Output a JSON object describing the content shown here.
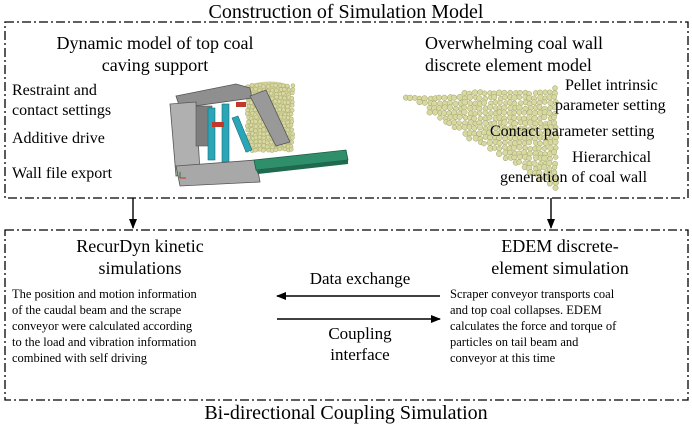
{
  "top_section": {
    "title": "Construction of Simulation Model",
    "left_heading": [
      "Dynamic model of top coal",
      "caving support"
    ],
    "left_items": [
      "Restraint and",
      "contact settings",
      "Additive drive",
      "Wall file export"
    ],
    "right_heading": [
      "Overwhelming coal wall",
      "discrete element model"
    ],
    "right_items": [
      "Pellet intrinsic",
      "parameter setting",
      "Contact parameter setting",
      "Hierarchical",
      "generation of coal wall"
    ]
  },
  "bottom_section": {
    "title": "Bi-directional Coupling Simulation",
    "left_heading": [
      "RecurDyn kinetic",
      "simulations"
    ],
    "left_body": [
      "The position and motion information",
      "of the caudal beam and the scrape",
      "conveyor were calculated according",
      "to the load and vibration information",
      "combined with self driving"
    ],
    "right_heading": [
      "EDEM discrete-",
      "element simulation"
    ],
    "right_body": [
      "Scraper conveyor transports coal",
      "and top coal collapses. EDEM",
      "calculates the force and torque of",
      "particles on tail beam and",
      "conveyor at this time"
    ],
    "arrow_top_label": "Data exchange",
    "arrow_bottom_label": [
      "Coupling",
      "interface"
    ]
  },
  "colors": {
    "line": "#000000",
    "support_grey": "#9a9a9a",
    "cylinder_cyan": "#2aa6b8",
    "conveyor_green": "#2f8f6a",
    "coal_particle": "#d8d9a0"
  }
}
